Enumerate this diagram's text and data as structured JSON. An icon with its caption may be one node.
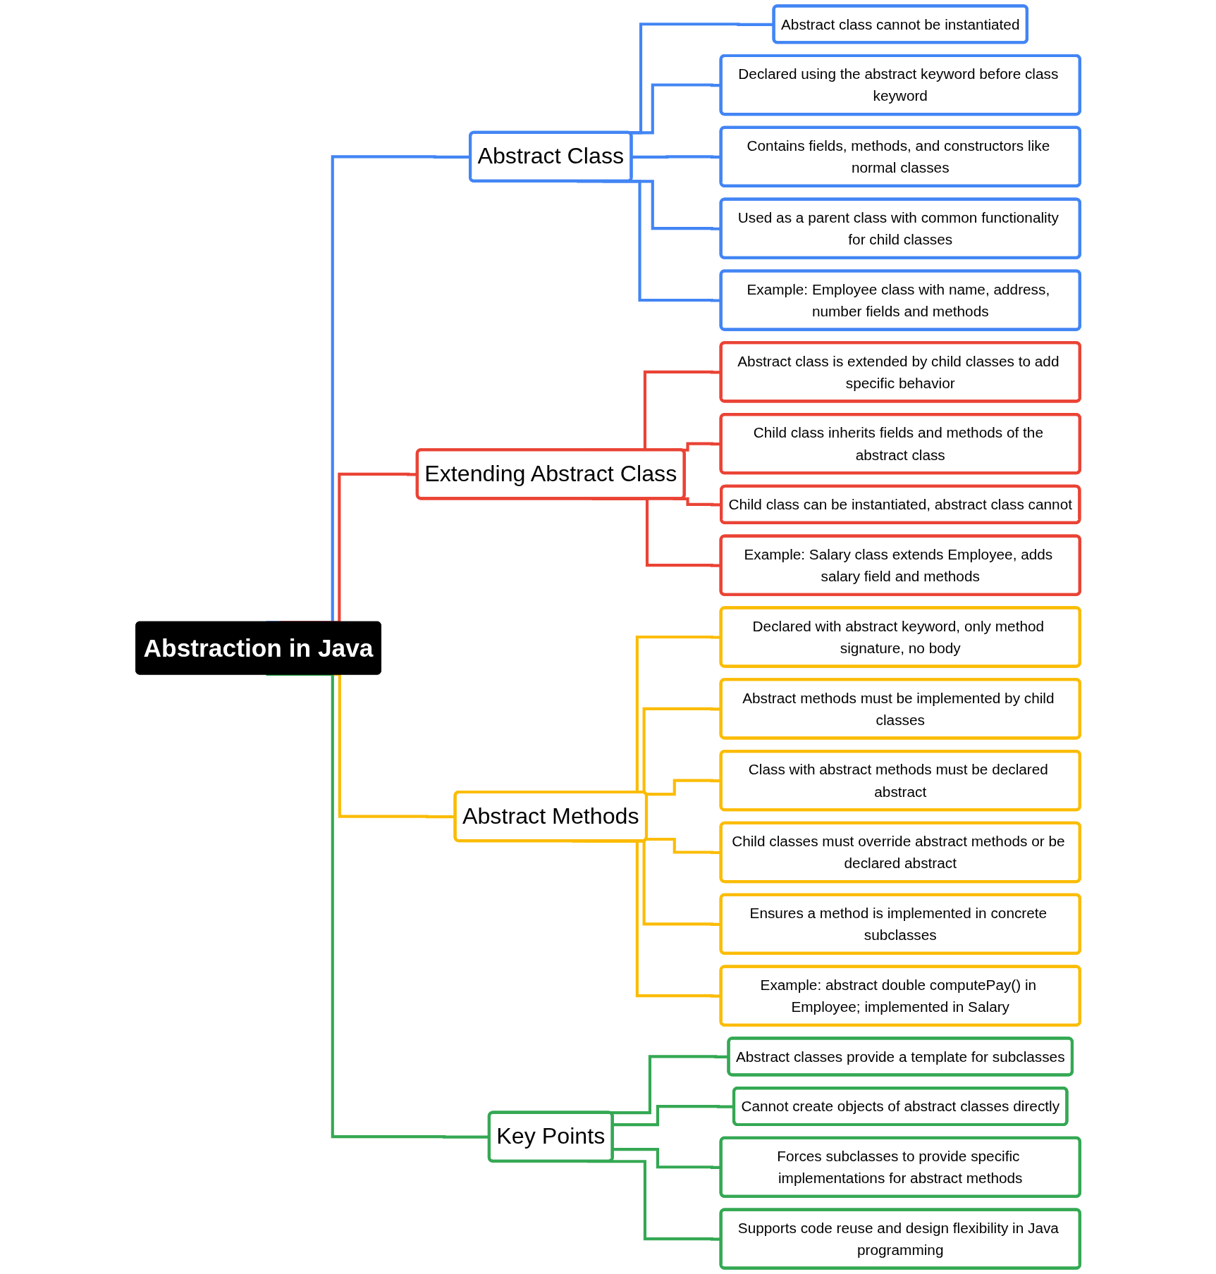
{
  "diagram": {
    "nodes": [
      {
        "text": [
          "Abstraction in Java"
        ]
      },
      {
        "text": [
          "Abstract Class"
        ]
      },
      {
        "text": [
          "Abstract class cannot be instantiated"
        ]
      },
      {
        "text": [
          "Declared using the abstract keyword before class keyword"
        ]
      },
      {
        "text": [
          "Contains fields, methods, and constructors like normal classes"
        ]
      },
      {
        "text": [
          "Used as a parent class with common functionality for child classes"
        ]
      },
      {
        "text": [
          "Example: Employee class with name, address, number fields and methods"
        ]
      },
      {
        "text": [
          "Extending Abstract Class"
        ]
      },
      {
        "text": [
          "Abstract class is extended by child classes to add specific behavior"
        ]
      },
      {
        "text": [
          "Child class inherits fields and methods of the abstract class"
        ]
      },
      {
        "text": [
          "Child class can be instantiated, abstract class cannot"
        ]
      },
      {
        "text": [
          "Example: Salary class extends Employee, adds salary field and methods"
        ]
      },
      {
        "text": [
          "Abstract Methods"
        ]
      },
      {
        "text": [
          "Declared with abstract keyword, only method signature, no body"
        ]
      },
      {
        "text": [
          "Abstract methods must be implemented by child classes"
        ]
      },
      {
        "text": [
          "Class with abstract methods must be declared abstract"
        ]
      },
      {
        "text": [
          "Child classes must override abstract methods or be declared abstract"
        ]
      },
      {
        "text": [
          "Ensures a method is implemented in concrete subclasses"
        ]
      },
      {
        "text": [
          "Example: abstract double computePay() in Employee; implemented in Salary"
        ]
      },
      {
        "text": [
          "Key Points"
        ]
      },
      {
        "text": [
          "Abstract classes provide a template for subclasses"
        ]
      },
      {
        "text": [
          "Cannot create objects of abstract classes directly"
        ]
      },
      {
        "text": [
          "Forces subclasses to provide specific implementations for abstract methods"
        ]
      },
      {
        "text": [
          "Supports code reuse and design flexibility in Java programming"
        ]
      }
    ],
    "edges": [
      {
        "from": 0,
        "to": 1,
        "arrow": "none",
        "color": "#4285f4"
      },
      {
        "from": 1,
        "to": 2,
        "arrow": "none",
        "color": "#4285f4"
      },
      {
        "from": 1,
        "to": 3,
        "arrow": "none",
        "color": "#4285f4"
      },
      {
        "from": 1,
        "to": 4,
        "arrow": "none",
        "color": "#4285f4"
      },
      {
        "from": 1,
        "to": 5,
        "arrow": "none",
        "color": "#4285f4"
      },
      {
        "from": 1,
        "to": 6,
        "arrow": "none",
        "color": "#4285f4"
      },
      {
        "from": 0,
        "to": 7,
        "arrow": "none",
        "color": "#ea4335"
      },
      {
        "from": 7,
        "to": 8,
        "arrow": "none",
        "color": "#ea4335"
      },
      {
        "from": 7,
        "to": 9,
        "arrow": "none",
        "color": "#ea4335"
      },
      {
        "from": 7,
        "to": 10,
        "arrow": "none",
        "color": "#ea4335"
      },
      {
        "from": 7,
        "to": 11,
        "arrow": "none",
        "color": "#ea4335"
      },
      {
        "from": 0,
        "to": 12,
        "arrow": "none",
        "color": "#fbbc04"
      },
      {
        "from": 12,
        "to": 13,
        "arrow": "none",
        "color": "#fbbc04"
      },
      {
        "from": 12,
        "to": 14,
        "arrow": "none",
        "color": "#fbbc04"
      },
      {
        "from": 12,
        "to": 15,
        "arrow": "none",
        "color": "#fbbc04"
      },
      {
        "from": 12,
        "to": 16,
        "arrow": "none",
        "color": "#fbbc04"
      },
      {
        "from": 12,
        "to": 17,
        "arrow": "none",
        "color": "#fbbc04"
      },
      {
        "from": 12,
        "to": 18,
        "arrow": "none",
        "color": "#fbbc04"
      },
      {
        "from": 0,
        "to": 19,
        "arrow": "none",
        "color": "#34a853"
      },
      {
        "from": 19,
        "to": 20,
        "arrow": "none",
        "color": "#34a853"
      },
      {
        "from": 19,
        "to": 21,
        "arrow": "none",
        "color": "#34a853"
      },
      {
        "from": 19,
        "to": 22,
        "arrow": "none",
        "color": "#34a853"
      },
      {
        "from": 19,
        "to": 23,
        "arrow": "none",
        "color": "#34a853"
      }
    ]
  }
}
